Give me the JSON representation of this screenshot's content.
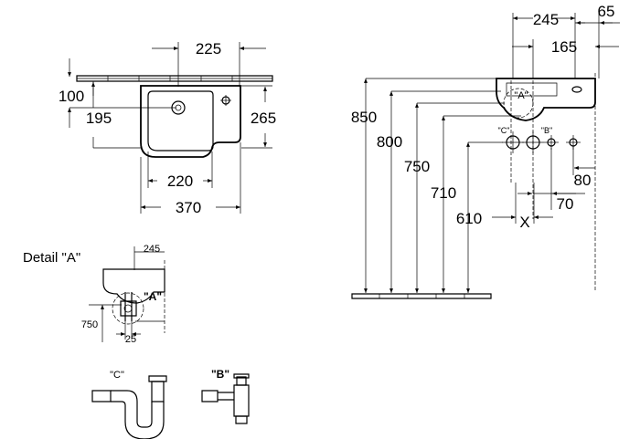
{
  "top_view": {
    "dim_width_top": "225",
    "dim_depth_100": "100",
    "dim_depth_195": "195",
    "dim_depth_265": "265",
    "dim_bowl_width": "220",
    "dim_total_width": "370"
  },
  "side_view": {
    "dim_245": "245",
    "dim_65": "65",
    "dim_165": "165",
    "dim_850": "850",
    "dim_800": "800",
    "dim_750": "750",
    "dim_710": "710",
    "dim_610": "610",
    "dim_80": "80",
    "dim_70": "70",
    "label_x": "X",
    "label_a": "\"A\"",
    "label_c": "\"C\"",
    "label_b": "\"B\""
  },
  "detail_a": {
    "title": "Detail \"A\"",
    "dim_245": "245",
    "dim_750": "750",
    "dim_25": "25",
    "label_a": "\"A\""
  },
  "trap_c": {
    "label": "\"C\""
  },
  "trap_b": {
    "label": "\"B\""
  }
}
